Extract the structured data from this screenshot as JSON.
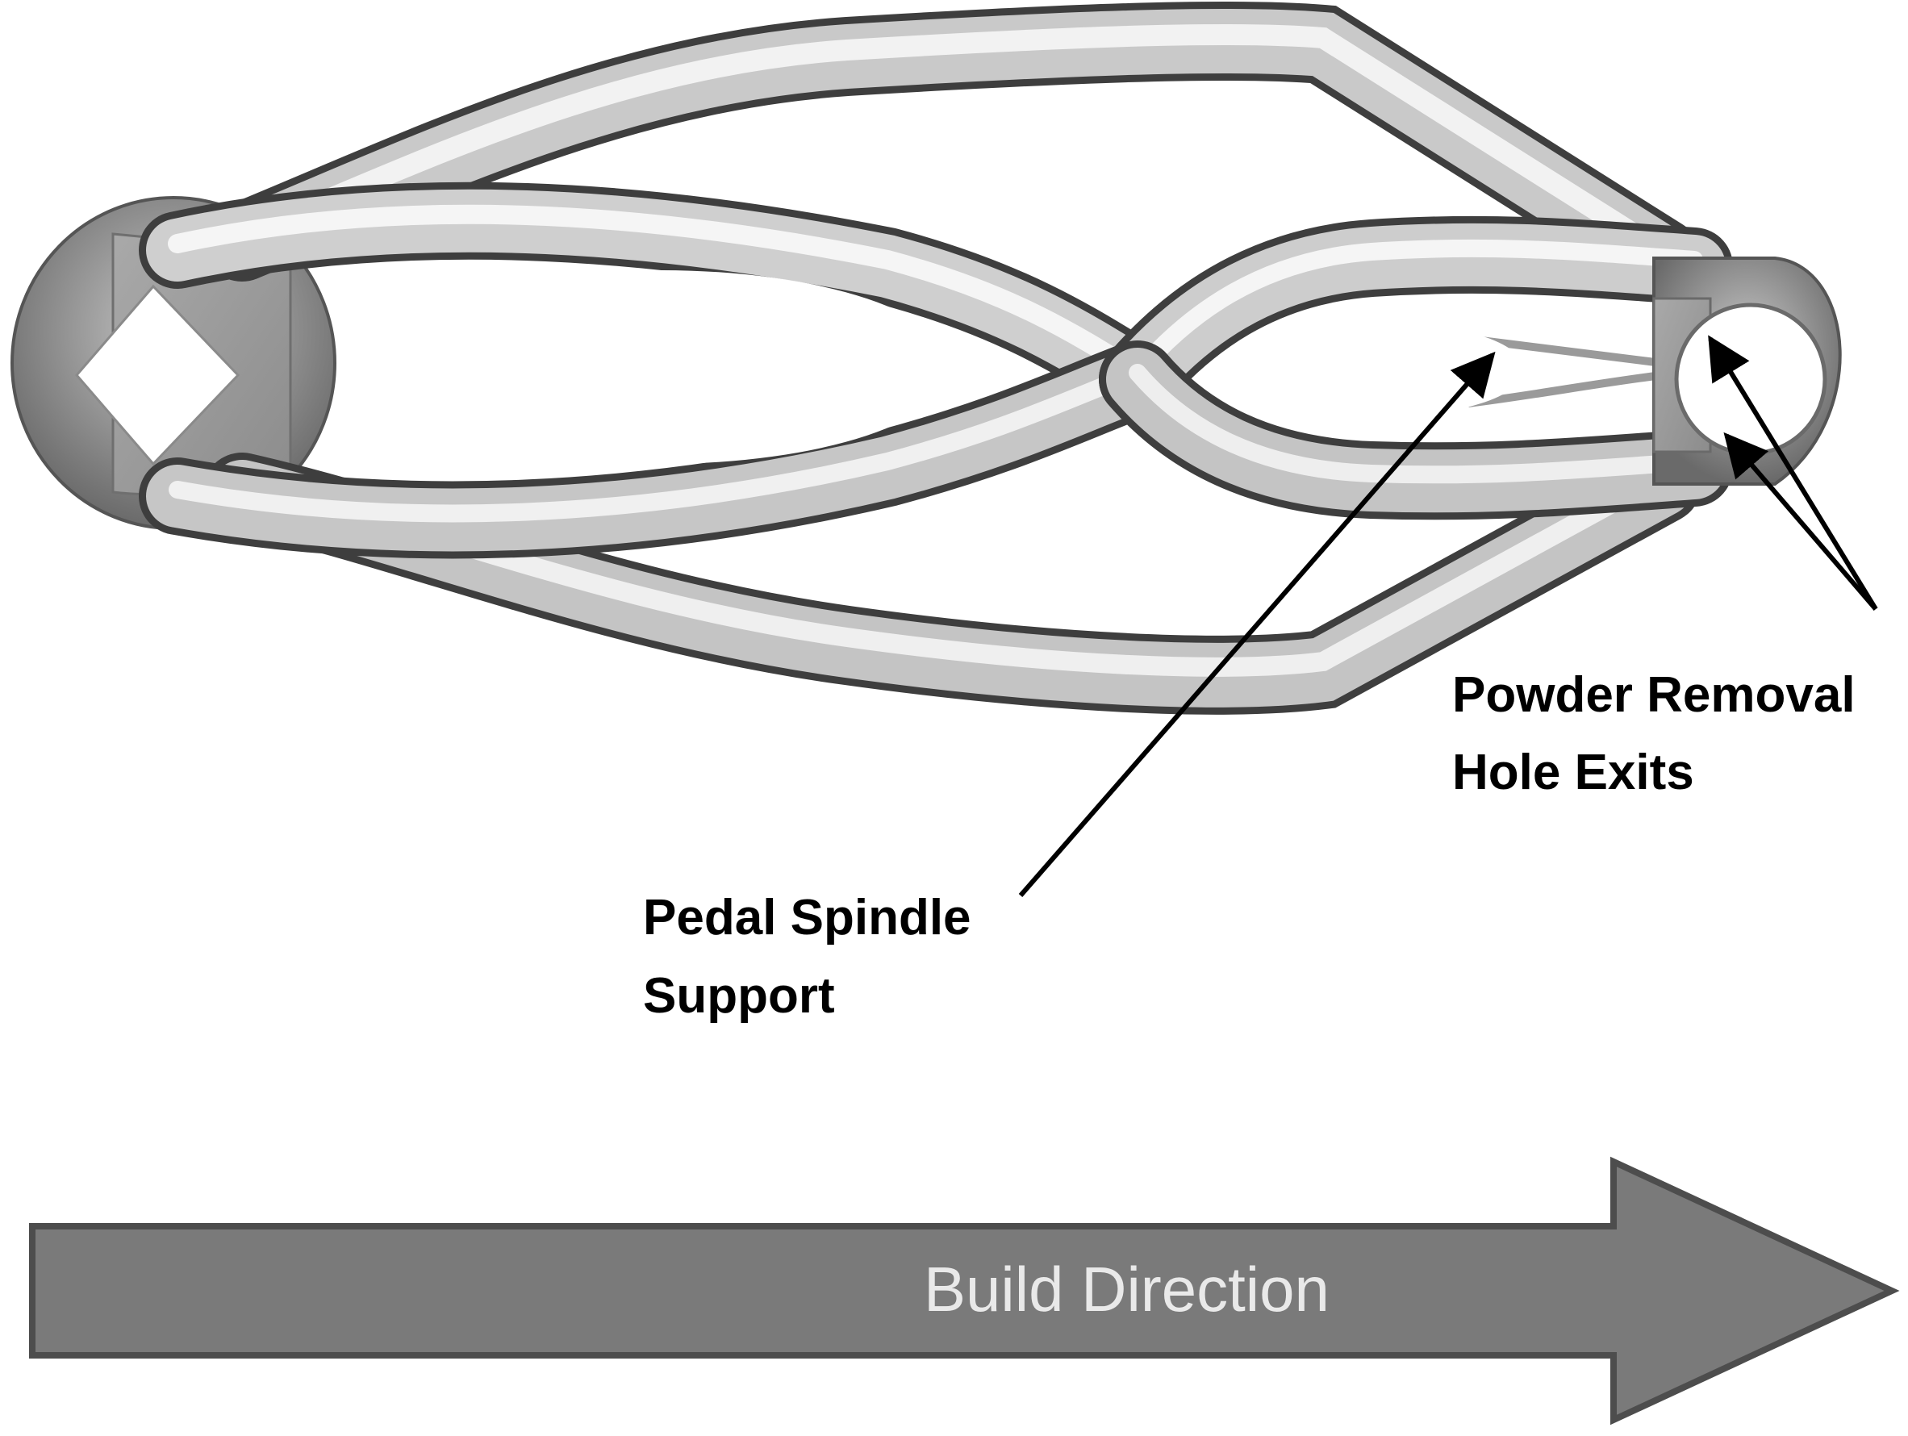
{
  "figure": {
    "component": "topology-optimized crank arm with pedal spindle support",
    "colors": {
      "background": "#ffffff",
      "metal_light": "#f4f4f4",
      "metal_mid": "#b8b8b8",
      "metal_dark": "#505050",
      "face_flat": "#9a9a9a",
      "leader_line": "#000000",
      "arrow_fill": "#7a7a7a",
      "arrow_edge": "#4d4d4d",
      "arrow_text": "#e9e9e9"
    }
  },
  "labels": {
    "powder_removal": {
      "line1": "Powder Removal",
      "line2": "Hole Exits"
    },
    "pedal_spindle": {
      "line1": "Pedal Spindle",
      "line2": "Support"
    }
  },
  "build_arrow": {
    "label": "Build Direction"
  }
}
